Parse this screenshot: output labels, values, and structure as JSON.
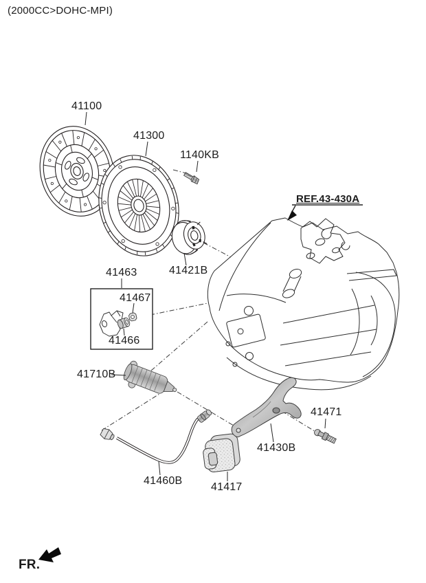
{
  "header": {
    "variant": "(2000CC>DOHC-MPI)"
  },
  "diagram": {
    "type": "exploded-parts-diagram",
    "ref_callout": {
      "label": "REF.43-430A"
    },
    "front_marker": {
      "label": "FR."
    },
    "callouts": {
      "c41100": {
        "label": "41100",
        "part": "clutch-disc"
      },
      "c41300": {
        "label": "41300",
        "part": "clutch-cover"
      },
      "c1140KB": {
        "label": "1140KB",
        "part": "bolt"
      },
      "c41421B": {
        "label": "41421B",
        "part": "release-bearing"
      },
      "c41463": {
        "label": "41463",
        "part": "bracket-kit"
      },
      "c41467": {
        "label": "41467",
        "part": "nut"
      },
      "c41466": {
        "label": "41466",
        "part": "bushing"
      },
      "c41710B": {
        "label": "41710B",
        "part": "clutch-release-cylinder"
      },
      "c41471": {
        "label": "41471",
        "part": "ball-stud"
      },
      "c41430B": {
        "label": "41430B",
        "part": "release-fork"
      },
      "c41460B": {
        "label": "41460B",
        "part": "clutch-tube"
      },
      "c41417": {
        "label": "41417",
        "part": "boot-pad"
      }
    },
    "colors": {
      "line": "#231f20",
      "background": "#ffffff",
      "metal_light": "#d8d8d8",
      "metal_mid": "#b0b0b0",
      "metal_dark": "#878787"
    }
  }
}
